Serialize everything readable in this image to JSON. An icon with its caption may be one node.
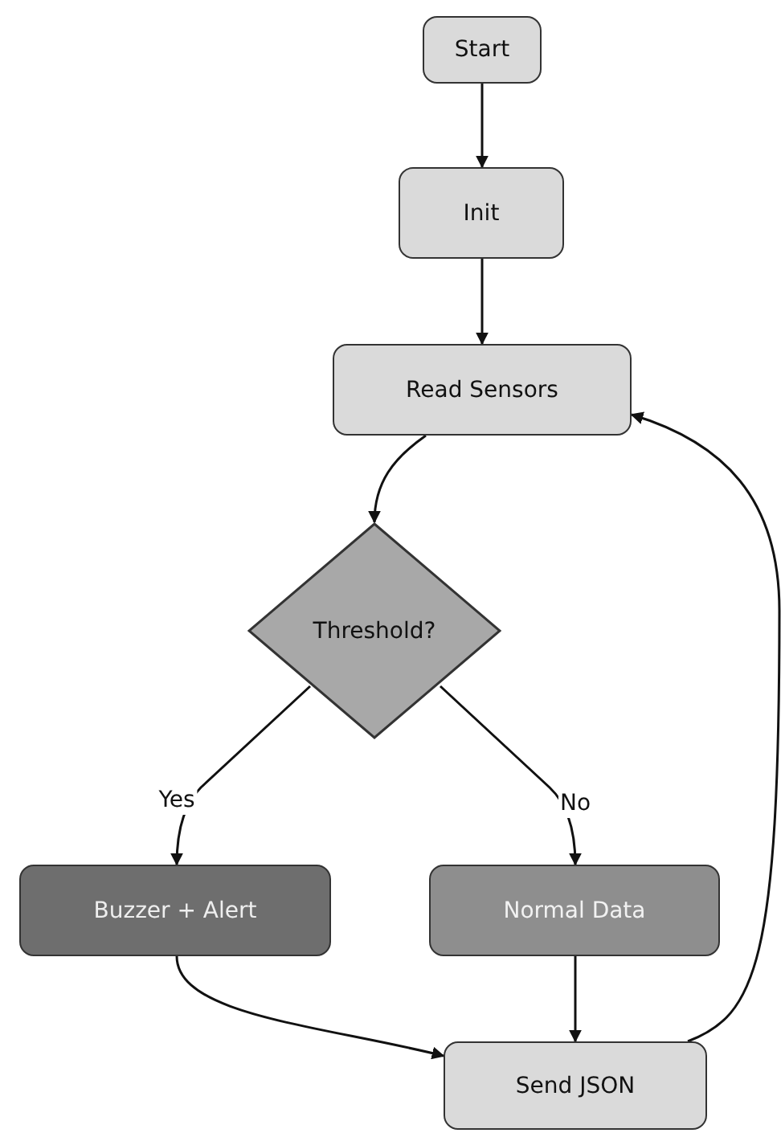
{
  "diagram": {
    "nodes": [
      {
        "text": [
          "Start"
        ]
      },
      {
        "text": [
          "Init"
        ]
      },
      {
        "text": [
          "Read Sensors"
        ]
      },
      {
        "text": [
          "Threshold?"
        ]
      },
      {
        "text": [
          "Buzzer + Alert"
        ]
      },
      {
        "text": [
          "Normal Data"
        ]
      },
      {
        "text": [
          "Send JSON"
        ]
      }
    ],
    "edges": [
      {
        "from": 0,
        "to": 1,
        "arrow": "to"
      },
      {
        "from": 1,
        "to": 2,
        "arrow": "to"
      },
      {
        "from": 2,
        "to": 3,
        "arrow": "to"
      },
      {
        "from": 3,
        "to": 4,
        "arrow": "to",
        "label": "Yes"
      },
      {
        "from": 3,
        "to": 5,
        "arrow": "to",
        "label": "No"
      },
      {
        "from": 4,
        "to": 6,
        "arrow": "to"
      },
      {
        "from": 5,
        "to": 6,
        "arrow": "to"
      },
      {
        "from": 6,
        "to": 2,
        "arrow": "to"
      }
    ]
  }
}
